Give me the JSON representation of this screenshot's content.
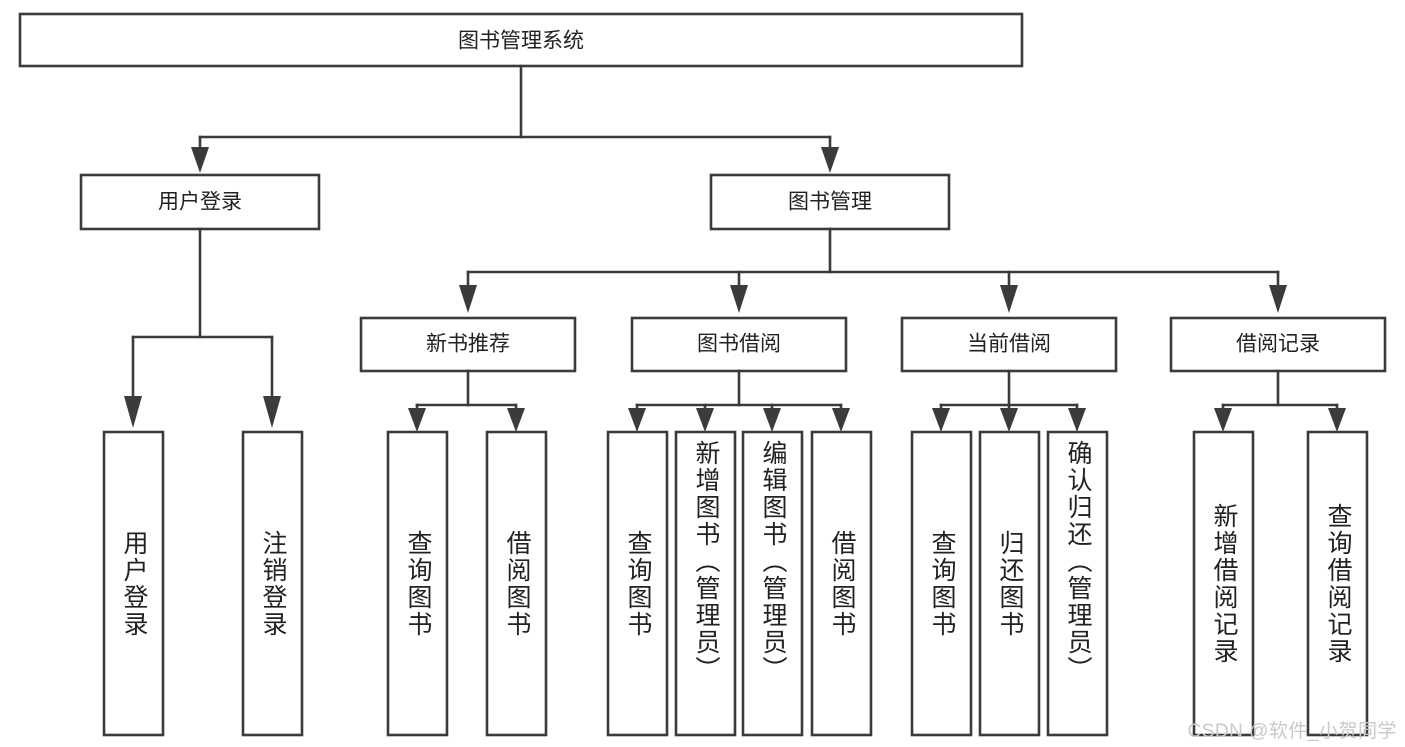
{
  "diagram": {
    "type": "tree-hierarchy",
    "title": "图书管理系统",
    "watermark": "CSDN @软件_小贺同学",
    "colors": {
      "stroke": "#3b3b3b",
      "fill": "#ffffff",
      "text": "#222222",
      "watermark": "#c9c9c9",
      "background": "#ffffff"
    },
    "root": {
      "label": "图书管理系统"
    },
    "level2": [
      {
        "label": "用户登录"
      },
      {
        "label": "图书管理"
      }
    ],
    "level3": [
      {
        "label": "新书推荐",
        "parent": "图书管理"
      },
      {
        "label": "图书借阅",
        "parent": "图书管理"
      },
      {
        "label": "当前借阅",
        "parent": "图书管理"
      },
      {
        "label": "借阅记录",
        "parent": "图书管理"
      }
    ],
    "leaves": {
      "user_login": [
        {
          "label": "用户登录"
        },
        {
          "label": "注销登录"
        }
      ],
      "new_book_recommend": [
        {
          "label": "查询图书"
        },
        {
          "label": "借阅图书"
        }
      ],
      "book_borrow": [
        {
          "label": "查询图书"
        },
        {
          "label": "新增图书（管理员）"
        },
        {
          "label": "编辑图书（管理员）"
        },
        {
          "label": "借阅图书"
        }
      ],
      "current_borrow": [
        {
          "label": "查询图书"
        },
        {
          "label": "归还图书"
        },
        {
          "label": "确认归还（管理员）"
        }
      ],
      "borrow_record": [
        {
          "label": "新增借阅记录"
        },
        {
          "label": "查询借阅记录"
        }
      ]
    }
  }
}
